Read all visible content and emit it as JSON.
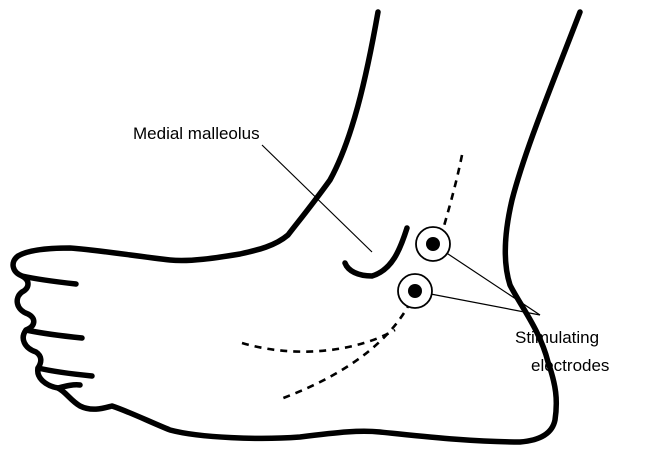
{
  "labels": {
    "medial_malleolus": "Medial malleolus",
    "stimulating_line1": "Stimulating",
    "stimulating_line2": "electrodes"
  },
  "icons": {
    "foot": "foot-outline-icon",
    "electrode": "electrode-icon"
  },
  "colors": {
    "line": "#000000",
    "background": "#ffffff"
  }
}
